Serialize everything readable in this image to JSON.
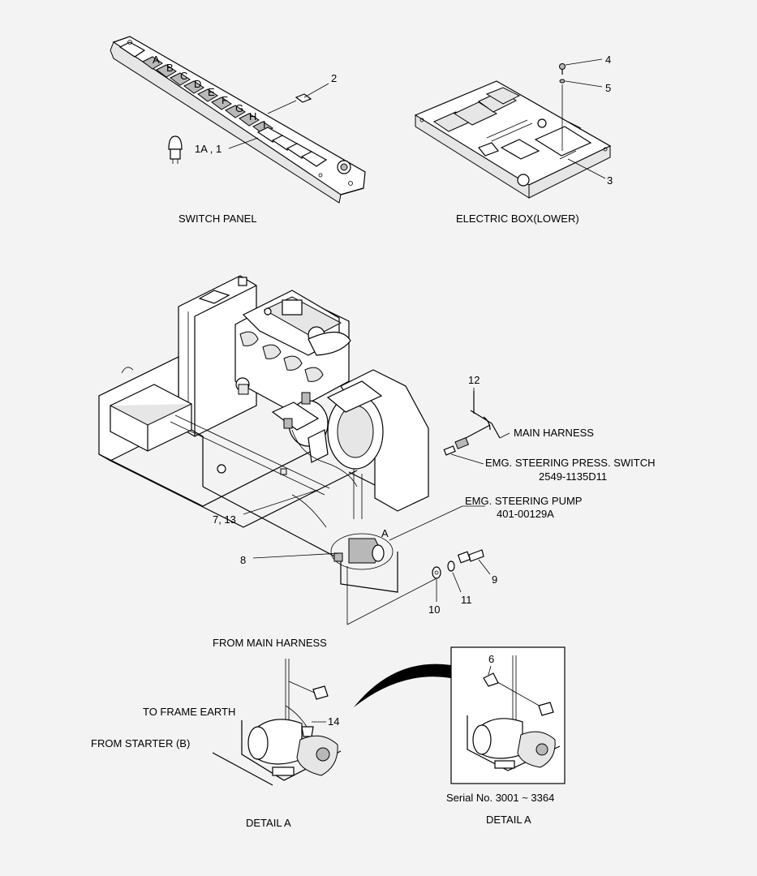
{
  "diagram": {
    "section_titles": {
      "switch_panel": "SWITCH PANEL",
      "electric_box": "ELECTRIC BOX(LOWER)",
      "detail_a_left": "DETAIL  A",
      "detail_a_right": "DETAIL  A"
    },
    "switch_letters": [
      "A",
      "B",
      "C",
      "D",
      "E",
      "F",
      "G",
      "H",
      "I"
    ],
    "part_callouts": {
      "c1": "1A , 1",
      "c2": "2",
      "c3": "3",
      "c4": "4",
      "c5": "5",
      "c6": "6",
      "c7": "7, 13",
      "c8": "8",
      "c9": "9",
      "c10": "10",
      "c11": "11",
      "c12": "12",
      "c14": "14",
      "cA": "A"
    },
    "labels": {
      "main_harness": "MAIN HARNESS",
      "emg_switch": "EMG. STEERING PRESS. SWITCH",
      "emg_switch_part": "2549-1135D11",
      "emg_pump": "EMG. STEERING PUMP",
      "emg_pump_part": "401-00129A",
      "from_main_harness": "FROM MAIN HARNESS",
      "to_frame_earth": "TO FRAME EARTH",
      "from_starter": "FROM STARTER (B)",
      "serial_no": "Serial No. 3001 ~ 3364"
    }
  }
}
